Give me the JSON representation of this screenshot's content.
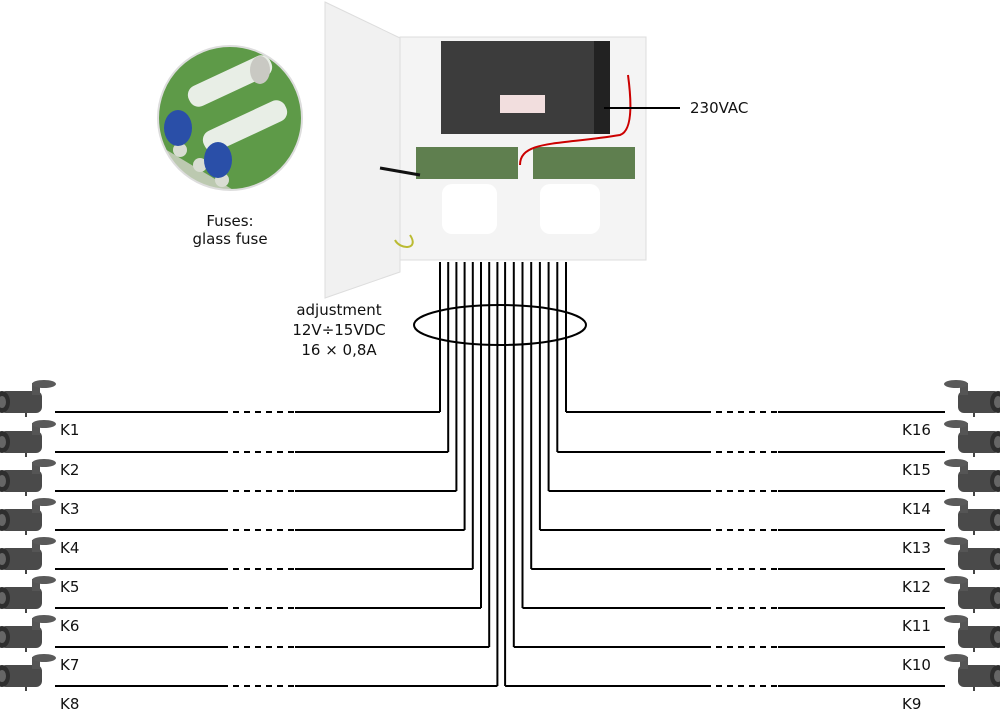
{
  "fuse_caption": {
    "line1": "Fuses:",
    "line2": "glass fuse"
  },
  "adjustment": {
    "line1": "adjustment",
    "line2": "12V÷15VDC",
    "line3": "16 × 0,8A"
  },
  "mains_label": "230VAC",
  "left_channels": [
    "K1",
    "K2",
    "K3",
    "K4",
    "K5",
    "K6",
    "K7",
    "K8"
  ],
  "right_channels": [
    "K16",
    "K15",
    "K14",
    "K13",
    "K12",
    "K11",
    "K10",
    "K9"
  ],
  "icons": {
    "camera": "cctv-camera-icon",
    "psu": "power-supply-enclosure",
    "fuse": "glass-fuse-closeup"
  }
}
